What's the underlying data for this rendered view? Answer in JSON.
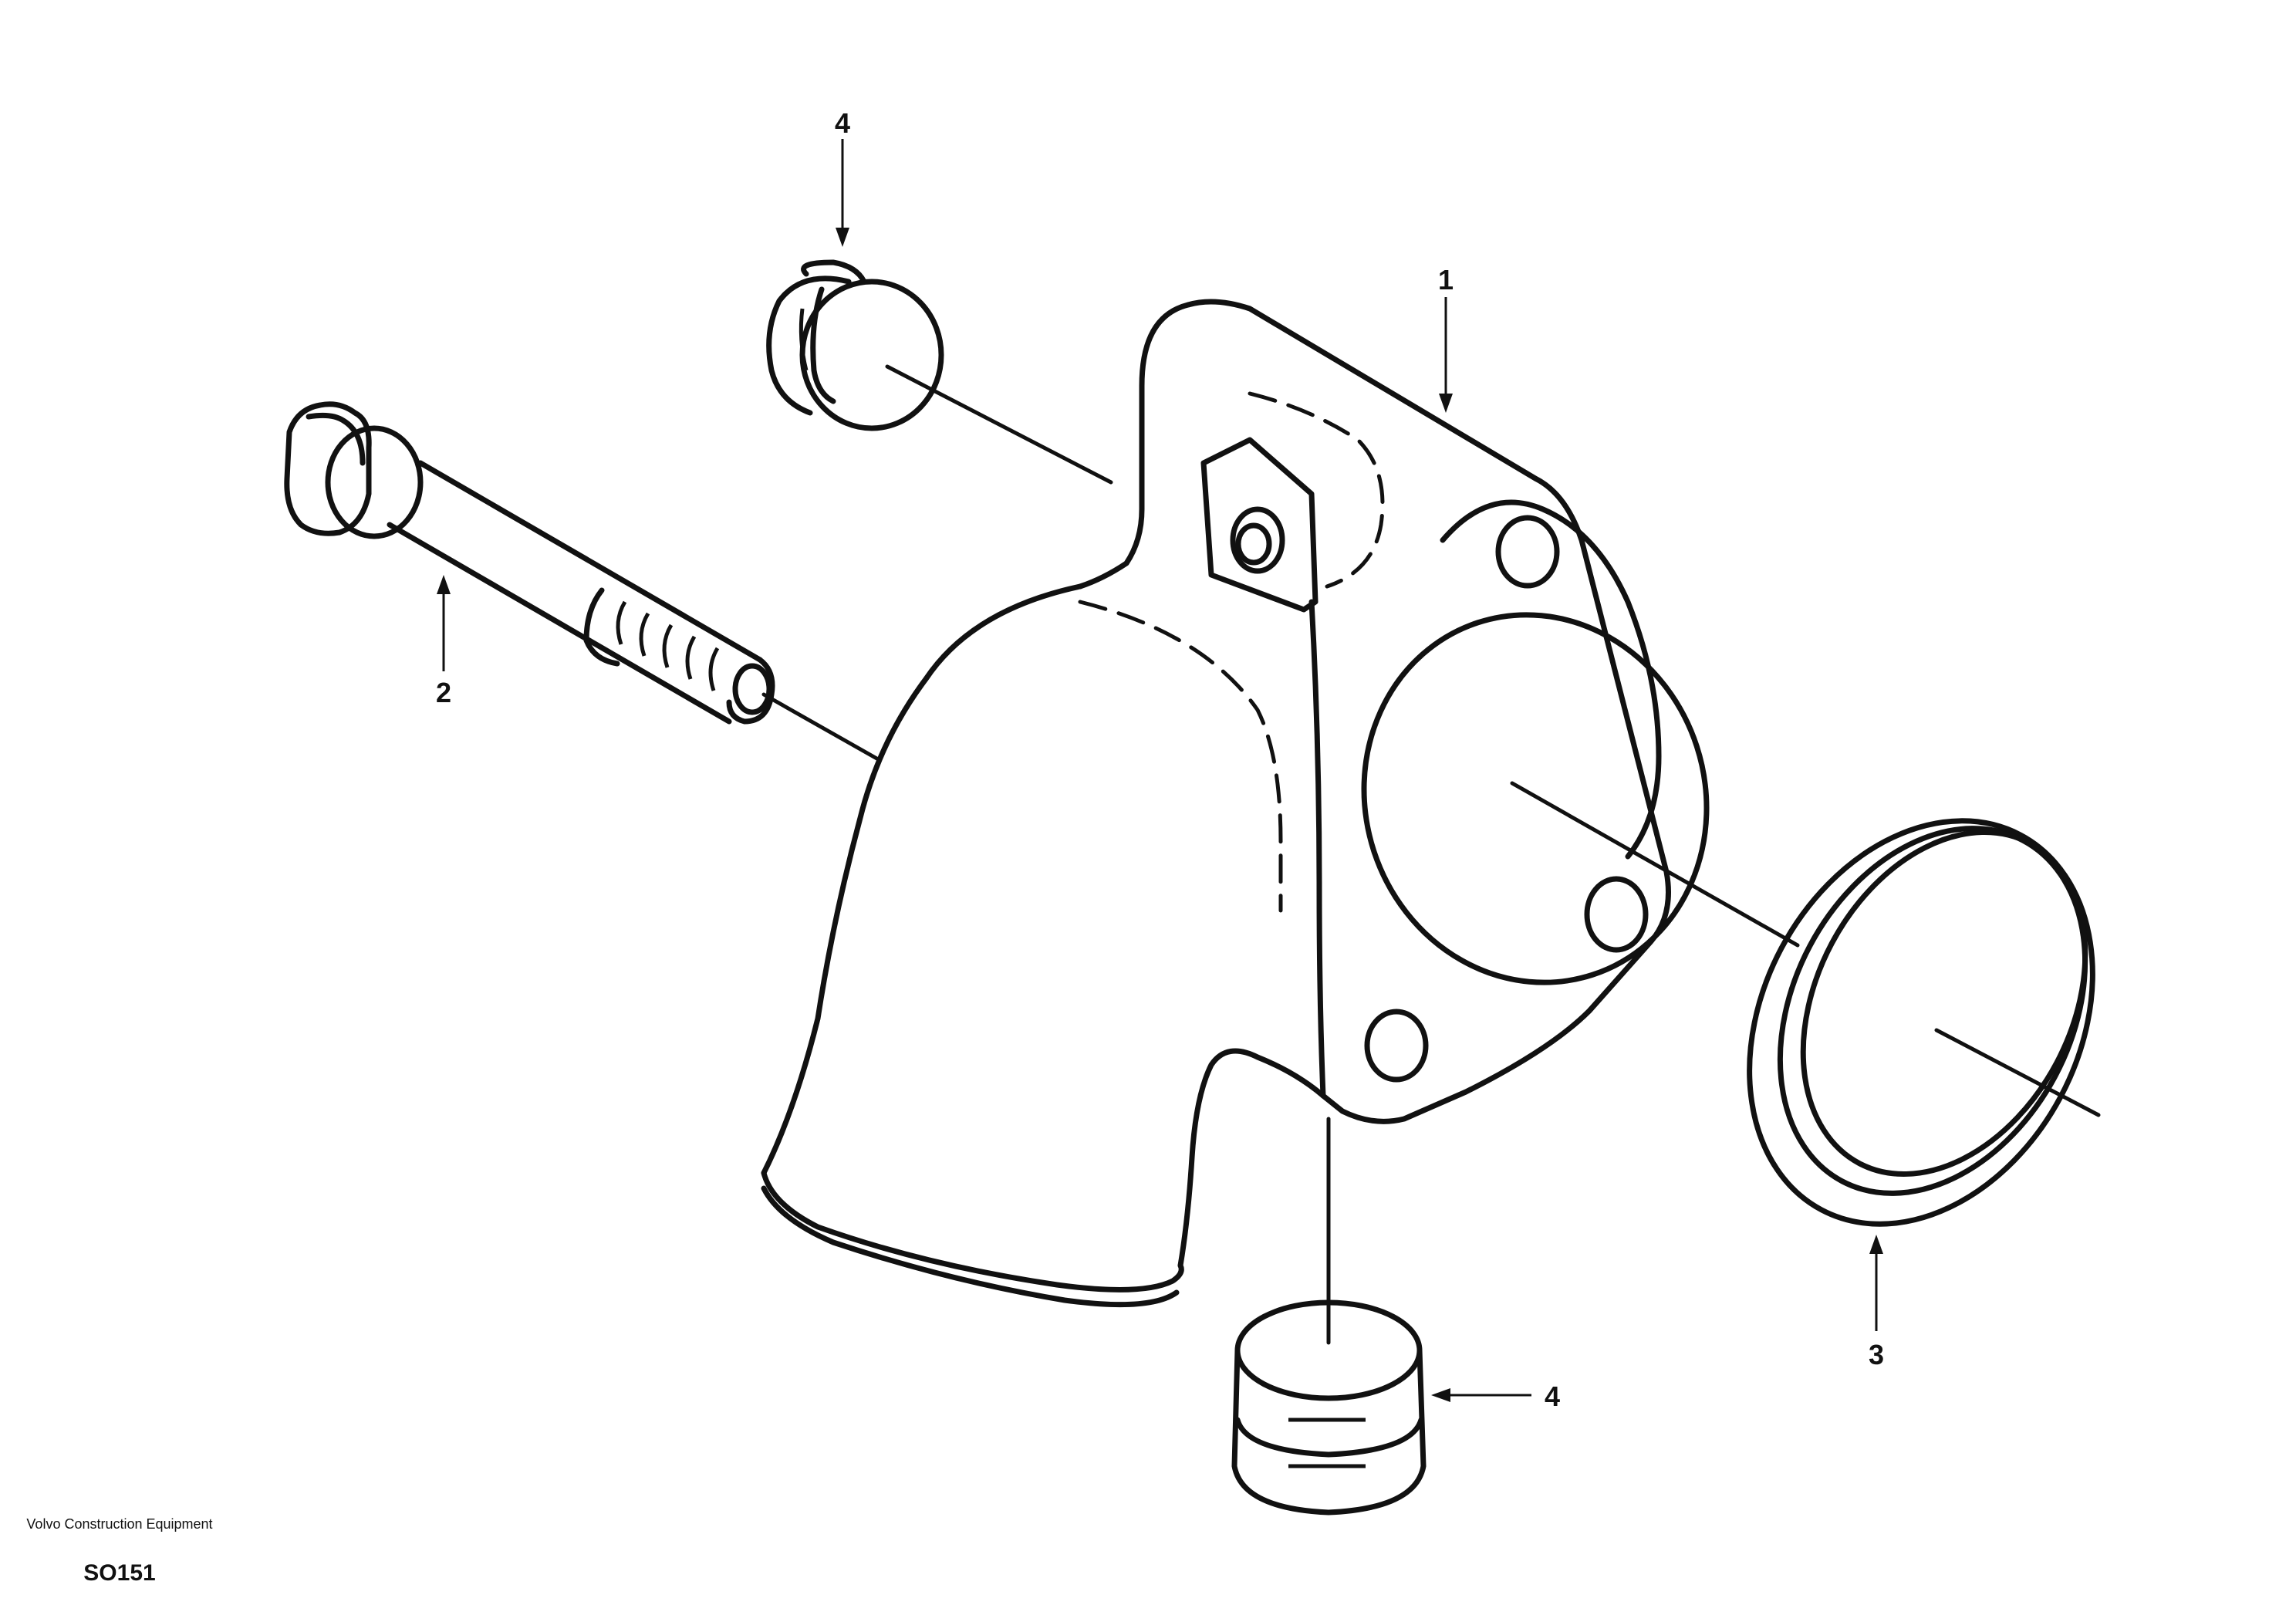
{
  "diagram": {
    "callouts": [
      {
        "id": "housing",
        "label": "1"
      },
      {
        "id": "bolt",
        "label": "2"
      },
      {
        "id": "seal-ring",
        "label": "3"
      },
      {
        "id": "plug-top",
        "label": "4"
      },
      {
        "id": "plug-bottom",
        "label": "4"
      }
    ]
  },
  "footer": {
    "company": "Volvo Construction Equipment",
    "code": "SO151"
  }
}
